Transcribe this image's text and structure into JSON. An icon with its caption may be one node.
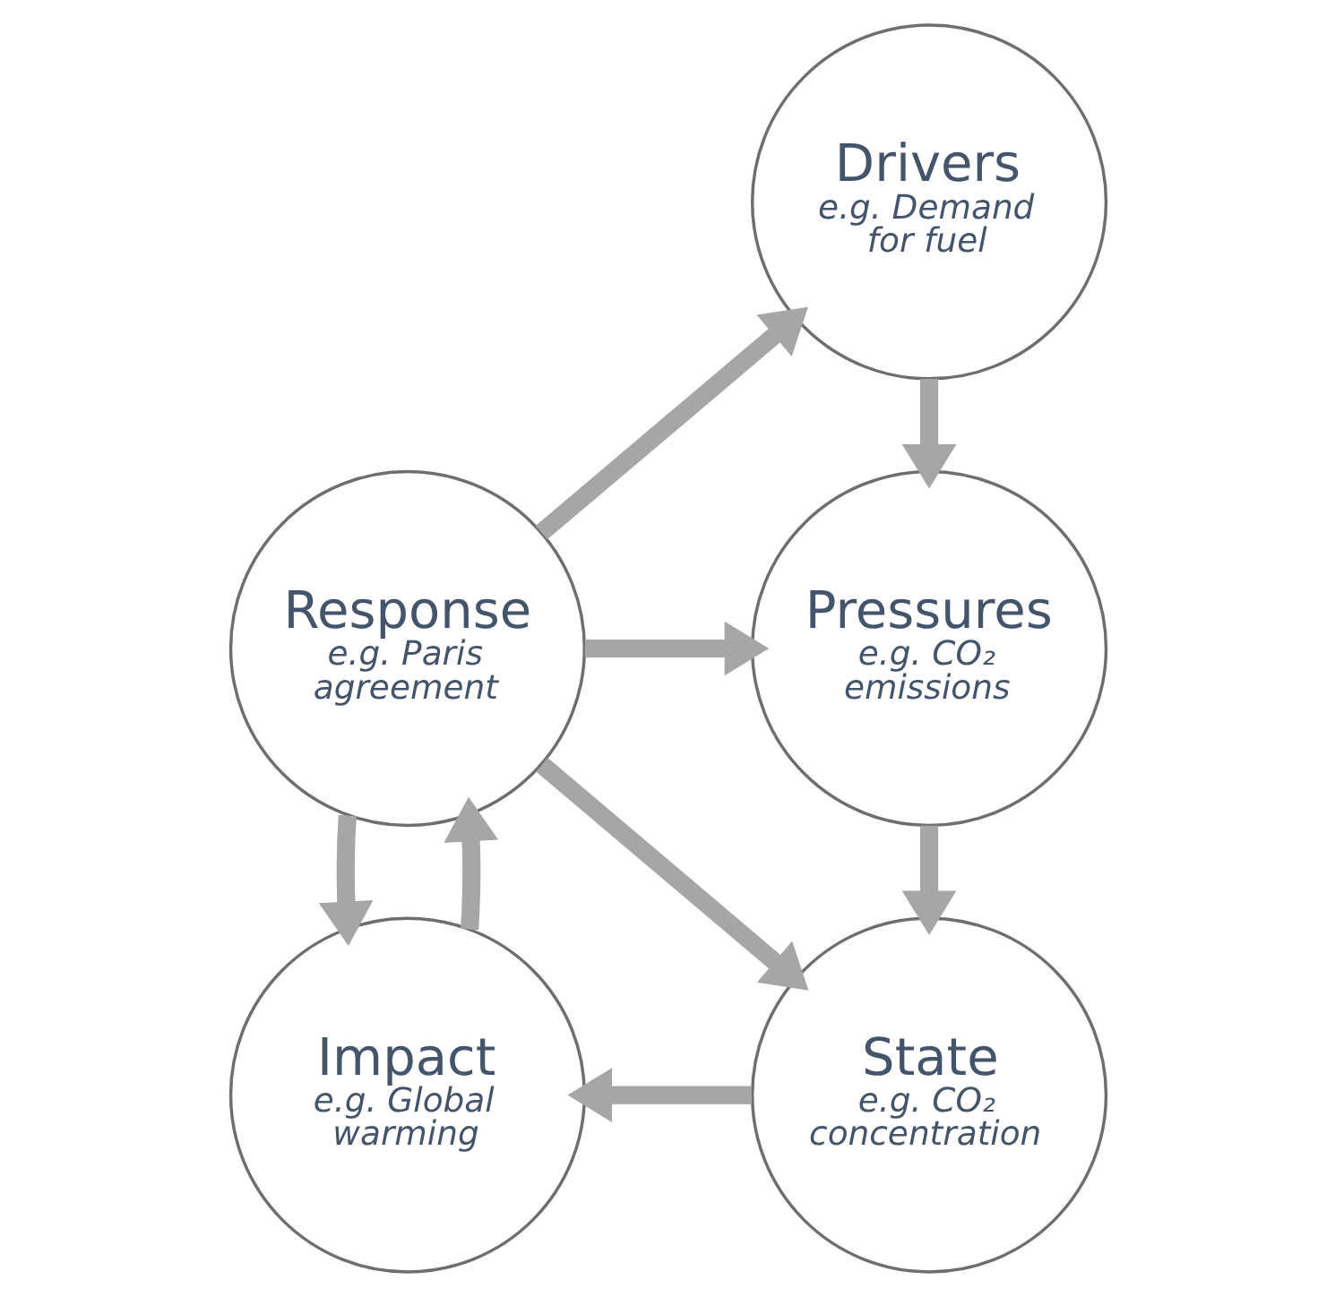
{
  "diagram": {
    "nodes": [
      {
        "text": [
          "Drivers",
          "e.g. Demand for fuel"
        ]
      },
      {
        "text": [
          "Pressures",
          "e.g. CO₂ emissions"
        ]
      },
      {
        "text": [
          "State",
          "e.g. CO₂ concentration"
        ]
      },
      {
        "text": [
          "Impact",
          "e.g. Global warming"
        ]
      },
      {
        "text": [
          "Response",
          "e.g. Paris agreement"
        ]
      }
    ],
    "edges": [
      {
        "from": 0,
        "to": 1,
        "arrow": "to"
      },
      {
        "from": 1,
        "to": 2,
        "arrow": "to"
      },
      {
        "from": 2,
        "to": 3,
        "arrow": "to"
      },
      {
        "from": 3,
        "to": 4,
        "arrow": "to"
      },
      {
        "from": 4,
        "to": 0,
        "arrow": "to"
      },
      {
        "from": 4,
        "to": 1,
        "arrow": "to"
      },
      {
        "from": 4,
        "to": 2,
        "arrow": "to"
      },
      {
        "from": 4,
        "to": 3,
        "arrow": "to"
      }
    ]
  }
}
